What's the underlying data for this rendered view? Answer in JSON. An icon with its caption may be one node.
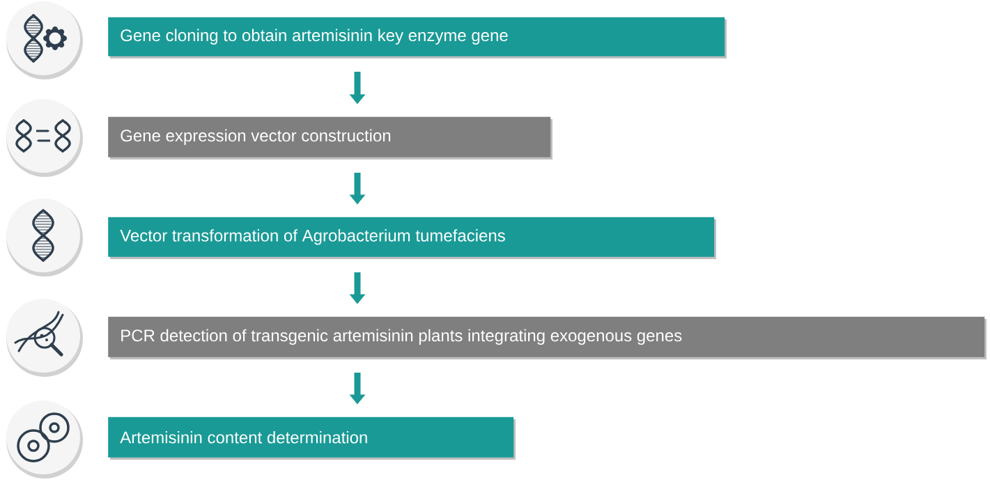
{
  "diagram": {
    "nodes": [
      {
        "text": [
          "Gene cloning to obtain artemisinin key enzyme gene"
        ]
      },
      {
        "text": [
          "Gene expression vector construction"
        ]
      },
      {
        "text": [
          "Vector transformation of Agrobacterium tumefaciens"
        ]
      },
      {
        "text": [
          "PCR detection of transgenic artemisinin plants integrating exogenous genes"
        ]
      },
      {
        "text": [
          "Artemisinin content determination"
        ]
      }
    ],
    "edges": [
      {
        "from": 0,
        "to": 1,
        "arrow": "to"
      },
      {
        "from": 1,
        "to": 2,
        "arrow": "to"
      },
      {
        "from": 2,
        "to": 3,
        "arrow": "to"
      },
      {
        "from": 3,
        "to": 4,
        "arrow": "to"
      }
    ]
  }
}
